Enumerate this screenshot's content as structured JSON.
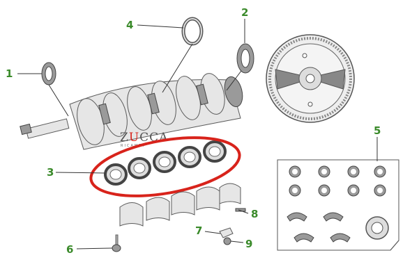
{
  "logo": {
    "text_left": "Z",
    "text_red": "U",
    "text_right": "CCA",
    "subtitle": "RICAMBI",
    "accent_color": "#d8231b"
  },
  "callouts": [
    {
      "id": "1",
      "label": "1"
    },
    {
      "id": "2",
      "label": "2"
    },
    {
      "id": "3",
      "label": "3"
    },
    {
      "id": "4",
      "label": "4"
    },
    {
      "id": "5",
      "label": "5"
    },
    {
      "id": "6",
      "label": "6"
    },
    {
      "id": "7",
      "label": "7"
    },
    {
      "id": "8",
      "label": "8"
    },
    {
      "id": "9",
      "label": "9"
    }
  ],
  "colors": {
    "callout": "#3a8a2a",
    "highlight_ring": "#d8231b",
    "line_art": "#5a5a5a"
  }
}
